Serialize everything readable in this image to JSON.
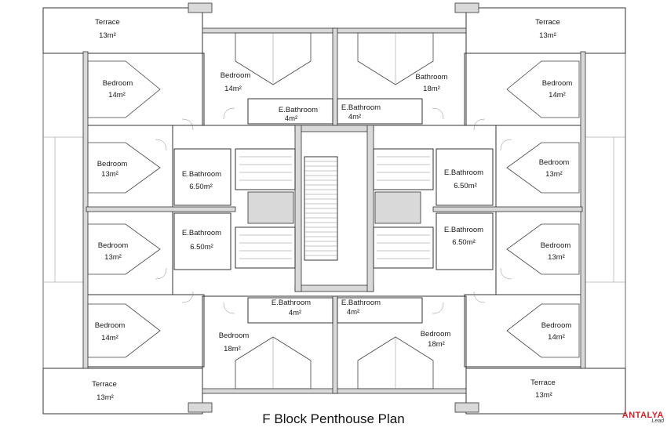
{
  "title": "F Block Penthouse Plan",
  "logo": {
    "main": "ANTALYA",
    "sub": "Lead"
  },
  "rooms": [
    {
      "id": "terrace-tl",
      "name": "Terrace",
      "area": "13m²"
    },
    {
      "id": "terrace-tr",
      "name": "Terrace",
      "area": "13m²"
    },
    {
      "id": "bedroom-top-l",
      "name": "Bedroom",
      "area": "14m²"
    },
    {
      "id": "bathroom-top-r",
      "name": "Bathroom",
      "area": "18m²"
    },
    {
      "id": "bedroom-l1",
      "name": "Bedroom",
      "area": "14m²"
    },
    {
      "id": "bedroom-r1",
      "name": "Bedroom",
      "area": "14m²"
    },
    {
      "id": "ebath-top-l",
      "name": "E.Bathroom",
      "area": "4m²"
    },
    {
      "id": "ebath-top-r",
      "name": "E.Bathroom",
      "area": "4m²"
    },
    {
      "id": "bedroom-l2",
      "name": "Bedroom",
      "area": "13m²"
    },
    {
      "id": "bedroom-r2",
      "name": "Bedroom",
      "area": "13m²"
    },
    {
      "id": "ebath-ml1",
      "name": "E.Bathroom",
      "area": "6.50m²"
    },
    {
      "id": "ebath-mr1",
      "name": "E.Bathroom",
      "area": "6.50m²"
    },
    {
      "id": "ebath-ml2",
      "name": "E.Bathroom",
      "area": "6.50m²"
    },
    {
      "id": "ebath-mr2",
      "name": "E.Bathroom",
      "area": "6.50m²"
    },
    {
      "id": "bedroom-l3",
      "name": "Bedroom",
      "area": "13m²"
    },
    {
      "id": "bedroom-r3",
      "name": "Bedroom",
      "area": "13m²"
    },
    {
      "id": "ebath-bot-l",
      "name": "E.Bathroom",
      "area": "4m²"
    },
    {
      "id": "ebath-bot-r",
      "name": "E.Bathroom",
      "area": "4m²"
    },
    {
      "id": "bedroom-l4",
      "name": "Bedroom",
      "area": "14m²"
    },
    {
      "id": "bedroom-r4",
      "name": "Bedroom",
      "area": "14m²"
    },
    {
      "id": "bedroom-bot-l",
      "name": "Bedroom",
      "area": "18m²"
    },
    {
      "id": "bedroom-bot-r",
      "name": "Bedroom",
      "area": "18m²"
    },
    {
      "id": "terrace-bl",
      "name": "Terrace",
      "area": "13m²"
    },
    {
      "id": "terrace-br",
      "name": "Terrace",
      "area": "13m²"
    }
  ]
}
